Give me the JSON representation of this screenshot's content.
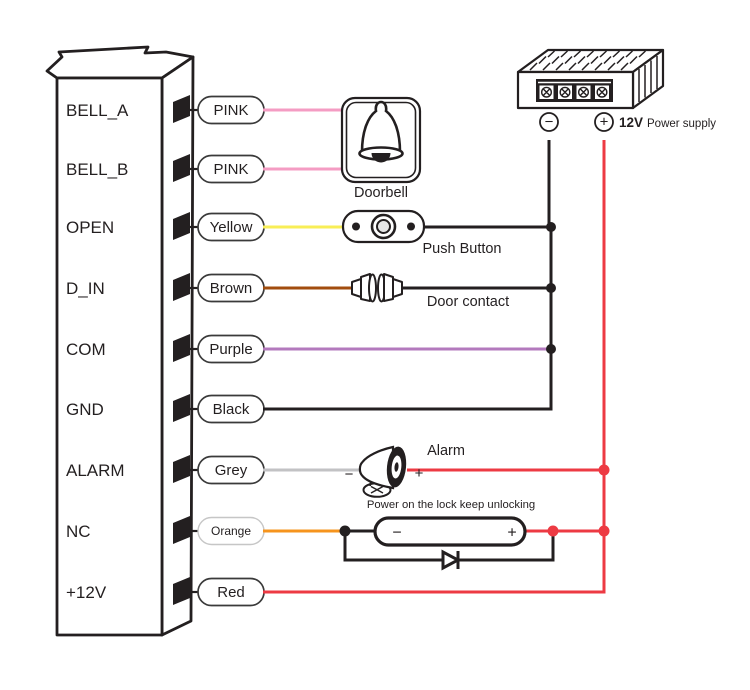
{
  "device": {
    "name": "access controller terminal block",
    "terminals": [
      {
        "name": "BELL_A",
        "wire_label": "PINK",
        "wire_hex": "#f49cc3"
      },
      {
        "name": "BELL_B",
        "wire_label": "PINK",
        "wire_hex": "#f49cc3"
      },
      {
        "name": "OPEN",
        "wire_label": "Yellow",
        "wire_hex": "#f8ee56"
      },
      {
        "name": "D_IN",
        "wire_label": "Brown",
        "wire_hex": "#a24d0e"
      },
      {
        "name": "COM",
        "wire_label": "Purple",
        "wire_hex": "#b379bd"
      },
      {
        "name": "GND",
        "wire_label": "Black",
        "wire_hex": "#231f20"
      },
      {
        "name": "ALARM",
        "wire_label": "Grey",
        "wire_hex": "#c2c2c4"
      },
      {
        "name": "NC",
        "wire_label": "Orange",
        "wire_hex": "#f6941d"
      },
      {
        "name": "+12V",
        "wire_label": "Red",
        "wire_hex": "#ed3a43"
      }
    ]
  },
  "components": {
    "doorbell": {
      "label": "Doorbell"
    },
    "push_button": {
      "label": "Push Button"
    },
    "door_contact": {
      "label": "Door contact"
    },
    "alarm": {
      "label": "Alarm",
      "minus": "−",
      "plus": "+"
    },
    "lock": {
      "note": "Power on the lock keep unlocking",
      "minus": "−",
      "plus": "+"
    },
    "power_supply": {
      "minus": "−",
      "plus": "+",
      "voltage": "12V",
      "label": "Power supply"
    }
  },
  "colors": {
    "line": "#231f20",
    "red": "#ed3a43"
  }
}
